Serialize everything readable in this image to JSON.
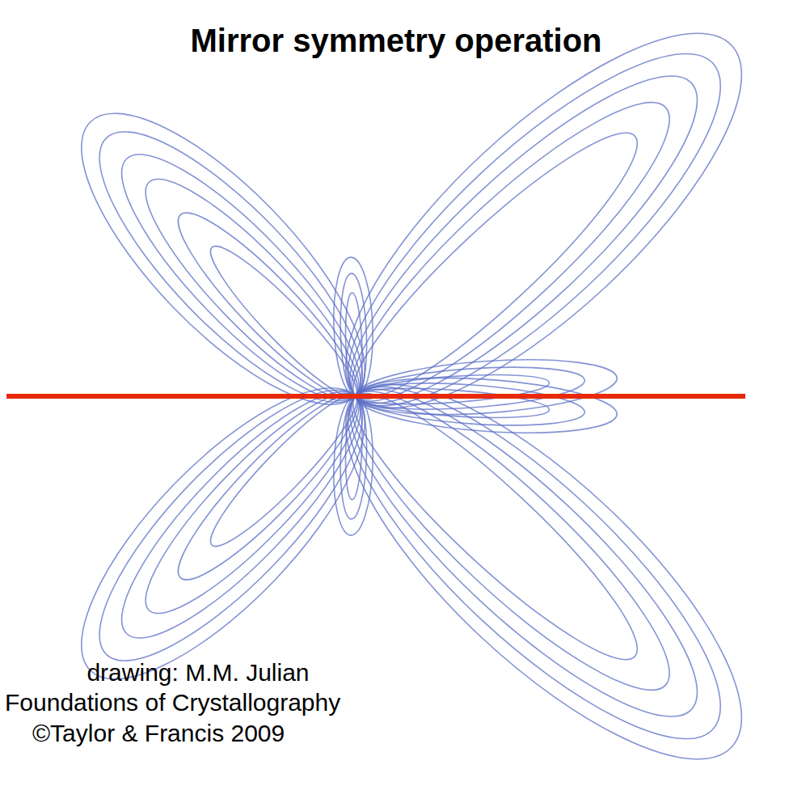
{
  "diagram": {
    "title": "Mirror symmetry operation",
    "labels": [
      "drawing: M.M. Julian",
      "Foundations of Crystallography",
      "©Taylor & Francis 2009"
    ]
  }
}
